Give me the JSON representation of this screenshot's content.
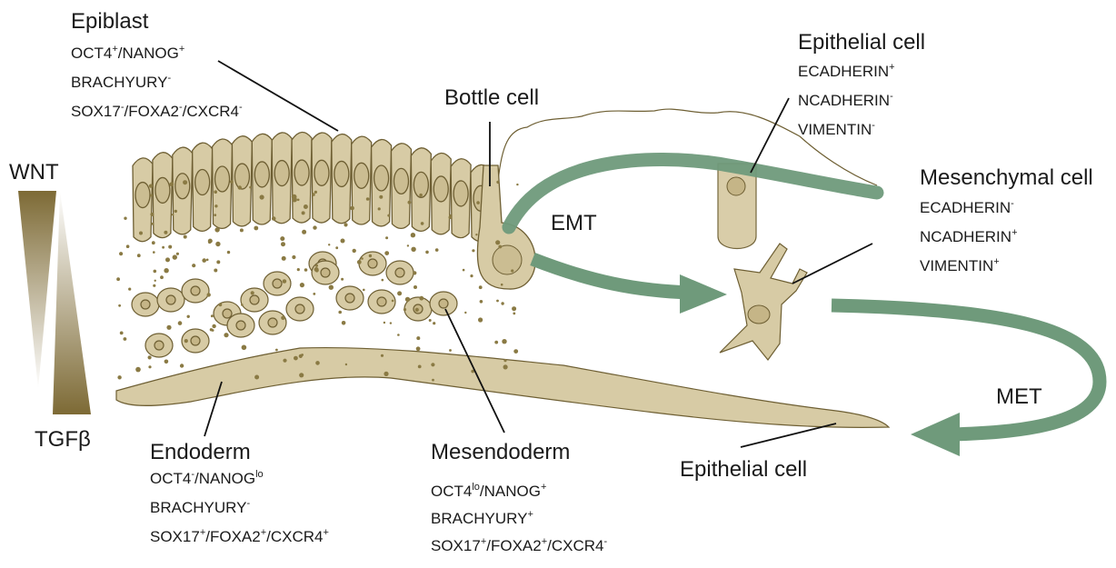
{
  "gradient": {
    "top_label": "WNT",
    "bottom_label": "TGFβ",
    "colors": {
      "dark": "#7d6a35",
      "light": "#ffffff"
    }
  },
  "colors": {
    "tissue_fill": "#d7cba5",
    "tissue_stroke": "#6e5f33",
    "arrow": "#6f9a7b",
    "dot": "#8a7a44"
  },
  "process_labels": {
    "emt": "EMT",
    "met": "MET"
  },
  "cells": {
    "epiblast": {
      "title": "Epiblast",
      "markers": [
        [
          {
            "t": "OCT4"
          },
          {
            "t": "+",
            "sup": true
          },
          {
            "t": "/NANOG"
          },
          {
            "t": "+",
            "sup": true
          }
        ],
        [
          {
            "t": "BRACHYURY"
          },
          {
            "t": "-",
            "sup": true
          }
        ],
        [
          {
            "t": "SOX17"
          },
          {
            "t": "-",
            "sup": true
          },
          {
            "t": "/FOXA2"
          },
          {
            "t": "-",
            "sup": true
          },
          {
            "t": "/CXCR4"
          },
          {
            "t": "-",
            "sup": true
          }
        ]
      ]
    },
    "bottle": {
      "title": "Bottle cell"
    },
    "epithelial_top": {
      "title": "Epithelial cell",
      "markers": [
        [
          {
            "t": "ECADHERIN"
          },
          {
            "t": "+",
            "sup": true
          }
        ],
        [
          {
            "t": "NCADHERIN"
          },
          {
            "t": "-",
            "sup": true
          }
        ],
        [
          {
            "t": "VIMENTIN"
          },
          {
            "t": "-",
            "sup": true
          }
        ]
      ]
    },
    "mesenchymal": {
      "title": "Mesenchymal cell",
      "markers": [
        [
          {
            "t": "ECADHERIN"
          },
          {
            "t": "-",
            "sup": true
          }
        ],
        [
          {
            "t": "NCADHERIN"
          },
          {
            "t": "+",
            "sup": true
          }
        ],
        [
          {
            "t": "VIMENTIN"
          },
          {
            "t": "+",
            "sup": true
          }
        ]
      ]
    },
    "endoderm": {
      "title": "Endoderm",
      "markers": [
        [
          {
            "t": "OCT4"
          },
          {
            "t": "-",
            "sup": true
          },
          {
            "t": "/NANOG"
          },
          {
            "t": "lo",
            "sup": true
          }
        ],
        [
          {
            "t": "BRACHYURY"
          },
          {
            "t": "-",
            "sup": true
          }
        ],
        [
          {
            "t": "SOX17"
          },
          {
            "t": "+",
            "sup": true
          },
          {
            "t": "/FOXA2"
          },
          {
            "t": "+",
            "sup": true
          },
          {
            "t": "/CXCR4"
          },
          {
            "t": "+",
            "sup": true
          }
        ]
      ]
    },
    "mesendoderm": {
      "title": "Mesendoderm",
      "markers": [
        [
          {
            "t": "OCT4"
          },
          {
            "t": "lo",
            "sup": true
          },
          {
            "t": "/NANOG"
          },
          {
            "t": "+",
            "sup": true
          }
        ],
        [
          {
            "t": "BRACHYURY"
          },
          {
            "t": "+",
            "sup": true
          }
        ],
        [
          {
            "t": "SOX17"
          },
          {
            "t": "+",
            "sup": true
          },
          {
            "t": "/FOXA2"
          },
          {
            "t": "+",
            "sup": true
          },
          {
            "t": "/CXCR4"
          },
          {
            "t": "-",
            "sup": true
          }
        ]
      ]
    },
    "epithelial_bottom": {
      "title": "Epithelial cell"
    }
  }
}
